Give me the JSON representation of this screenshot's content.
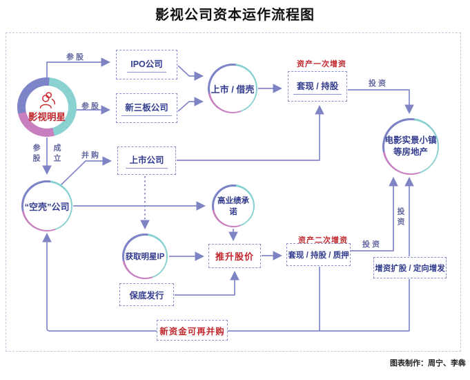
{
  "title": "影视公司资本运作流程图",
  "credit": "图表制作：周宁、李犇",
  "colors": {
    "line": "#8286c8",
    "navy_text": "#333d8f",
    "red_text": "#c1272d",
    "ring_indigo": "#7d83c7",
    "ring_teal": "#86d1cf",
    "ring_magenta": "#c77fc0",
    "frame_dash": "#c6c6da"
  },
  "nodes": {
    "star": "影视明星",
    "ipo": "IPO公司",
    "nsb": "新三板公司",
    "listed_shell": "上市 / 借壳",
    "cash_hold": "套现 / 持股",
    "movie_town_line1": "电影实景小镇",
    "movie_town_line2": "等房地产",
    "listed_co": "上市公司",
    "shell_co": "“空壳”公司",
    "high_promise": "高业绩承诺",
    "get_ip": "获取明星IP",
    "push_price": "推升股价",
    "cash_hold_pledge": "套现 / 持股 / 质押",
    "guarantee": "保底发行",
    "cap_increase": "增资扩股 / 定向增发",
    "new_money": "新资金可再并购"
  },
  "labels": {
    "first_raise": "资产一次增资",
    "second_raise": "资产二次增资",
    "cangu_top": "参股",
    "cangu_mid": "参股",
    "cangu_vert": "参股",
    "chengli_vert": "成立",
    "binggou": "并购",
    "touzi_top": "投资",
    "touzi_mid": "投资",
    "touzi_vert": "投资"
  },
  "icons": {
    "star_person": "users-icon"
  }
}
